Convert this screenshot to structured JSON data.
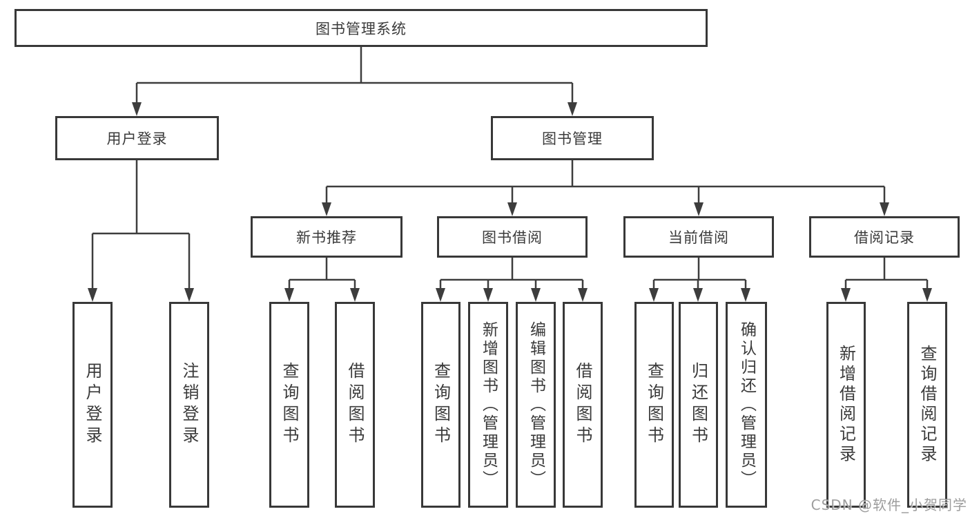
{
  "diagram": {
    "title": "图书管理系统",
    "nodes": {
      "root": "图书管理系统",
      "user_login": "用户登录",
      "book_mgmt": "图书管理",
      "new_book_rec": "新书推荐",
      "book_borrow": "图书借阅",
      "current_borrow": "当前借阅",
      "borrow_record": "借阅记录",
      "leaf_user_login": "用户登录",
      "leaf_logout": "注销登录",
      "leaf_nb_query": "查询图书",
      "leaf_nb_borrow": "借阅图书",
      "leaf_bb_query": "查询图书",
      "leaf_bb_add": "新增图书（管理员）",
      "leaf_bb_edit": "编辑图书（管理员）",
      "leaf_bb_borrow": "借阅图书",
      "leaf_cb_query": "查询图书",
      "leaf_cb_return": "归还图书",
      "leaf_cb_confirm": "确认归还（管理员）",
      "leaf_br_add": "新增借阅记录",
      "leaf_br_query": "查询借阅记录"
    },
    "structure": {
      "图书管理系统": {
        "用户登录": [
          "用户登录",
          "注销登录"
        ],
        "图书管理": {
          "新书推荐": [
            "查询图书",
            "借阅图书"
          ],
          "图书借阅": [
            "查询图书",
            "新增图书（管理员）",
            "编辑图书（管理员）",
            "借阅图书"
          ],
          "当前借阅": [
            "查询图书",
            "归还图书",
            "确认归还（管理员）"
          ],
          "借阅记录": [
            "新增借阅记录",
            "查询借阅记录"
          ]
        }
      }
    }
  },
  "watermark": {
    "text": "CSDN @软件_小贺同学",
    "color": "#8f8f8f"
  },
  "colors": {
    "background": "#ffffff",
    "line": "#3d3d3d",
    "box_border": "#383838",
    "text": "#3a3a3a"
  }
}
